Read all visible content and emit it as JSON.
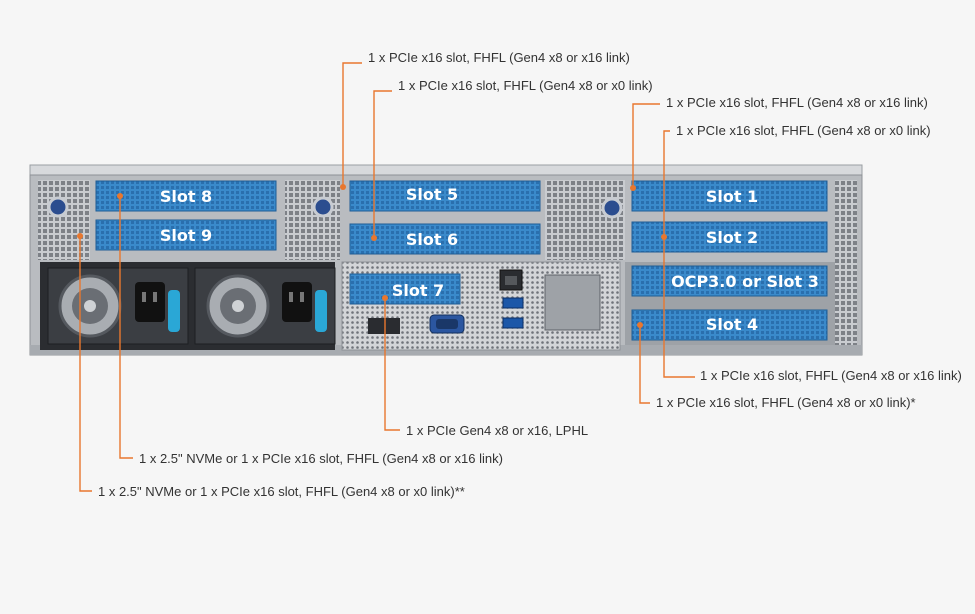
{
  "slots": {
    "slot8": "Slot 8",
    "slot9": "Slot 9",
    "slot5": "Slot 5",
    "slot6": "Slot 6",
    "slot7": "Slot 7",
    "slot1": "Slot 1",
    "slot2": "Slot 2",
    "slot3": "OCP3.0 or Slot 3",
    "slot4": "Slot 4"
  },
  "callouts": {
    "slot5": "1 x PCIe x16 slot, FHFL (Gen4 x8 or x16 link)",
    "slot6": "1 x PCIe x16 slot, FHFL (Gen4 x8 or x0 link)",
    "slot1": "1 x PCIe x16 slot, FHFL (Gen4 x8 or x16 link)",
    "slot2": "1 x PCIe x16 slot, FHFL (Gen4 x8 or x0 link)",
    "slot3": "1 x PCIe x16 slot, FHFL (Gen4 x8 or x16 link)",
    "slot4": "1 x PCIe x16 slot, FHFL (Gen4 x8 or x0 link)*",
    "slot7": "1 x PCIe Gen4 x8 or x16, LPHL",
    "slot8": "1 x 2.5\" NVMe or 1 x PCIe x16 slot, FHFL (Gen4 x8 or x16 link)",
    "slot9": "1 x 2.5\" NVMe or 1 x PCIe x16 slot, FHFL (Gen4 x8 or x0 link)**"
  },
  "colors": {
    "slot_blue": "#2f7fc0",
    "accent_orange": "#e8772e",
    "chassis": "#b9bcc0",
    "psu_latch": "#2aa7d6"
  },
  "icons": {
    "psu": "fan-icon",
    "power": "power-socket-icon",
    "vga": "vga-port-icon",
    "usb": "usb-port-icon",
    "lan": "ethernet-port-icon",
    "screw": "thumbscrew-icon"
  }
}
